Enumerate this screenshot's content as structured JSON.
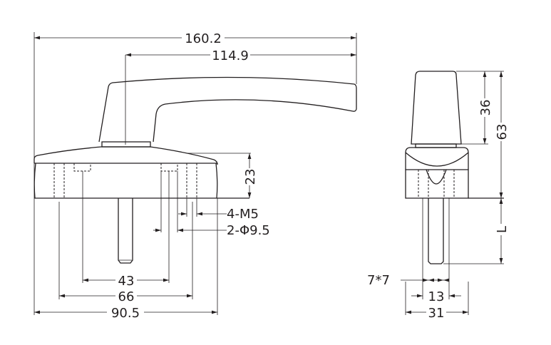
{
  "drawing": {
    "front_view": {
      "overall_length": "160.2",
      "lever_length": "114.9",
      "base_height": "23",
      "thread_holes": "4-M5",
      "bore_holes": "2-Φ9.5",
      "hole_spacing_inner": "43",
      "hole_spacing_outer": "66",
      "base_length": "90.5"
    },
    "side_view": {
      "knob_height": "36",
      "total_height": "63",
      "spindle_length": "L",
      "spindle_square": "7*7",
      "hole_spacing": "13",
      "base_width": "31"
    }
  },
  "colors": {
    "line": "#231f20",
    "background": "#ffffff"
  }
}
